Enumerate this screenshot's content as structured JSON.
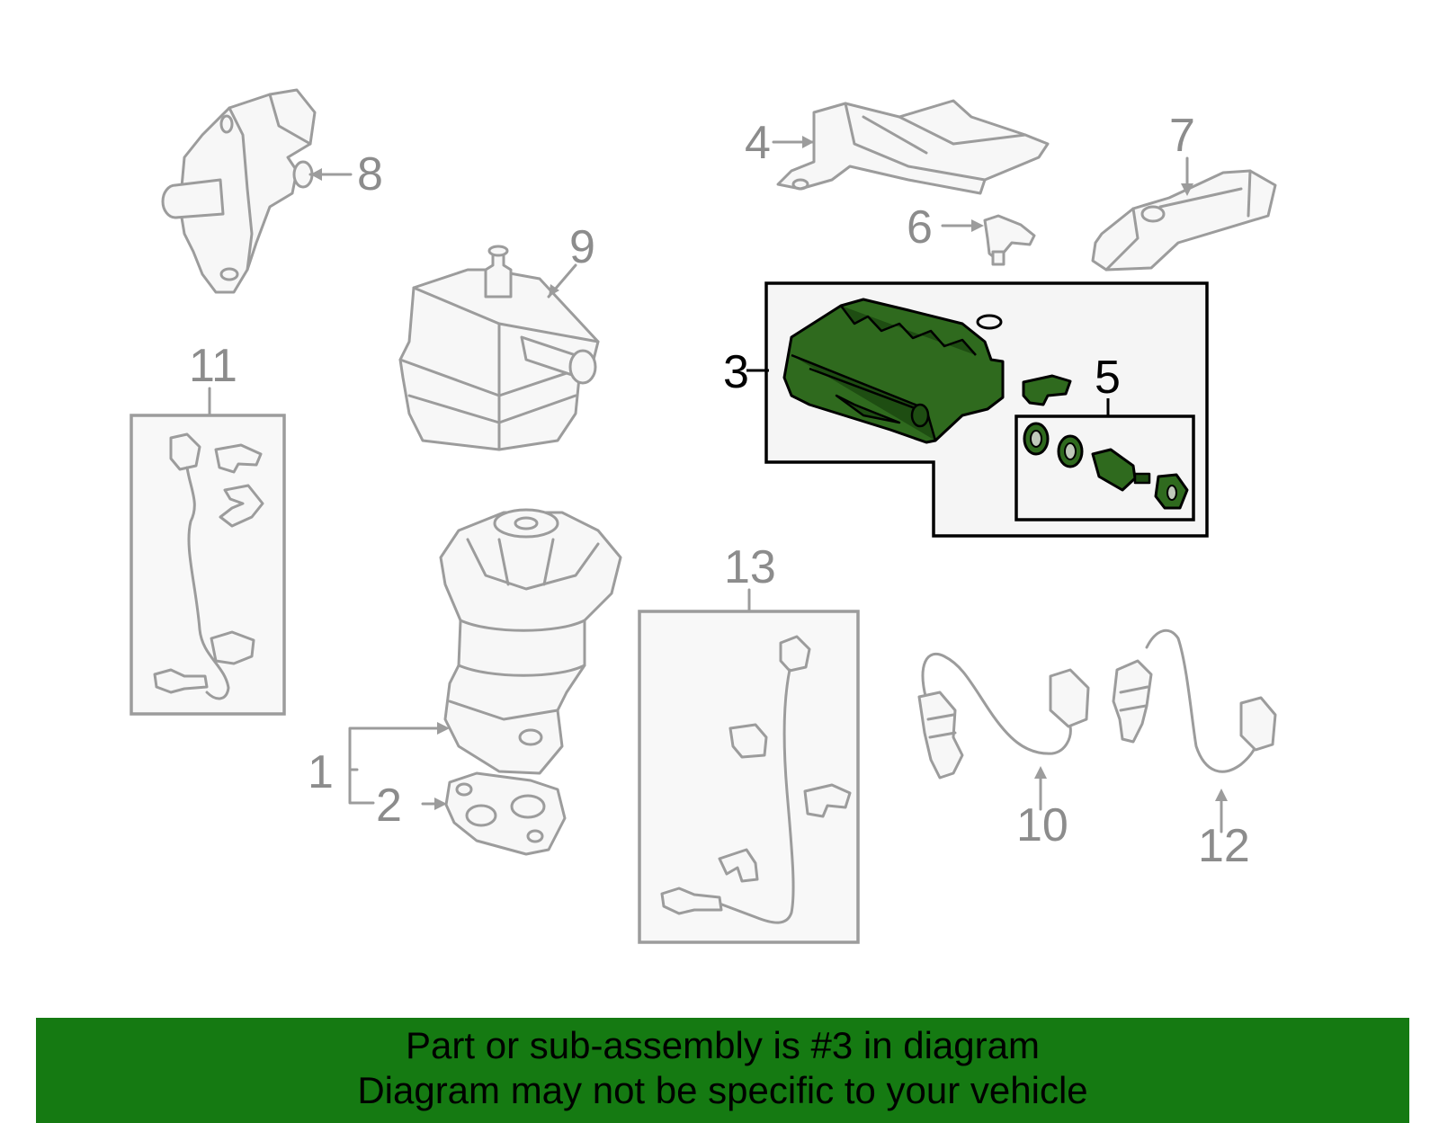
{
  "callouts": {
    "n1": "1",
    "n2": "2",
    "n3": "3",
    "n4": "4",
    "n5": "5",
    "n6": "6",
    "n7": "7",
    "n8": "8",
    "n9": "9",
    "n10": "10",
    "n11": "11",
    "n12": "12",
    "n13": "13"
  },
  "highlight": {
    "part_number": "3",
    "fill_color": "#2f6a1e"
  },
  "banner": {
    "line1": "Part or sub-assembly is #3 in diagram",
    "line2": "Diagram may not be specific to your vehicle",
    "background_color": "#157a12"
  }
}
